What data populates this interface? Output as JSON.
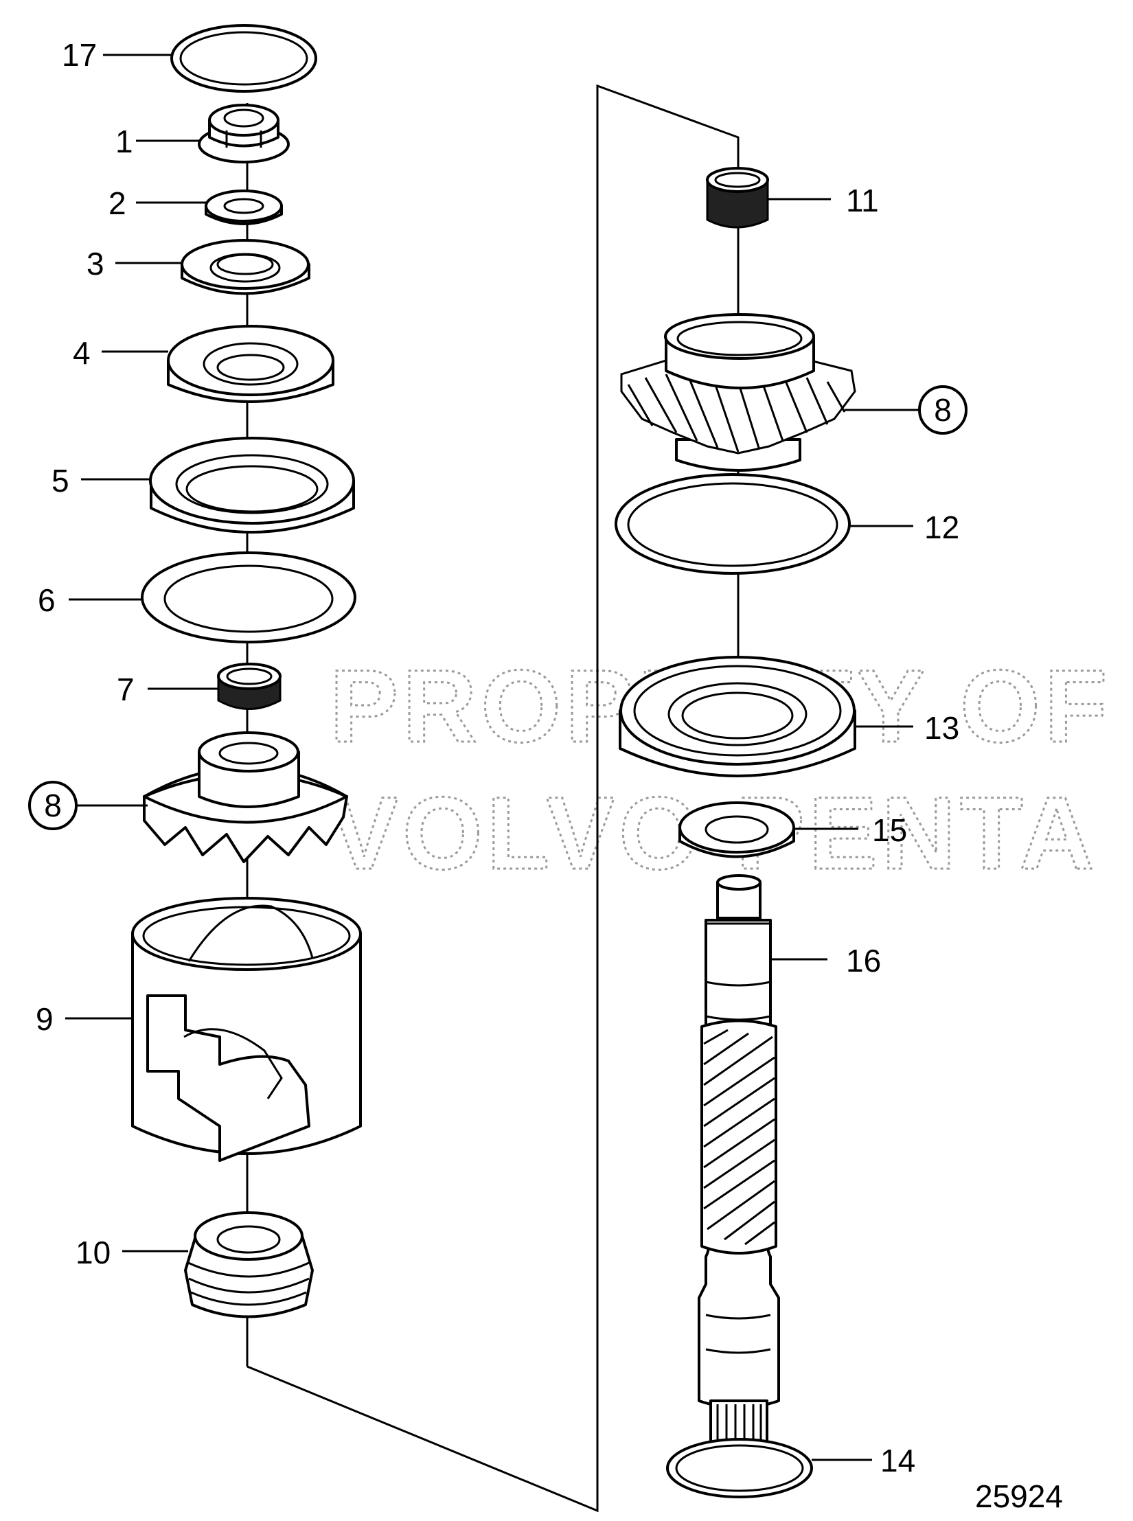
{
  "diagram": {
    "drawing_number": "25924",
    "watermark_lines": [
      "PROPERTY OF",
      "VOLVO PENTA"
    ],
    "callouts": {
      "p1": "1",
      "p2": "2",
      "p3": "3",
      "p4": "4",
      "p5": "5",
      "p6": "6",
      "p7": "7",
      "p8_left": "8",
      "p8_right": "8",
      "p9": "9",
      "p10": "10",
      "p11": "11",
      "p12": "12",
      "p13": "13",
      "p14": "14",
      "p15": "15",
      "p16": "16",
      "p17": "17"
    }
  }
}
